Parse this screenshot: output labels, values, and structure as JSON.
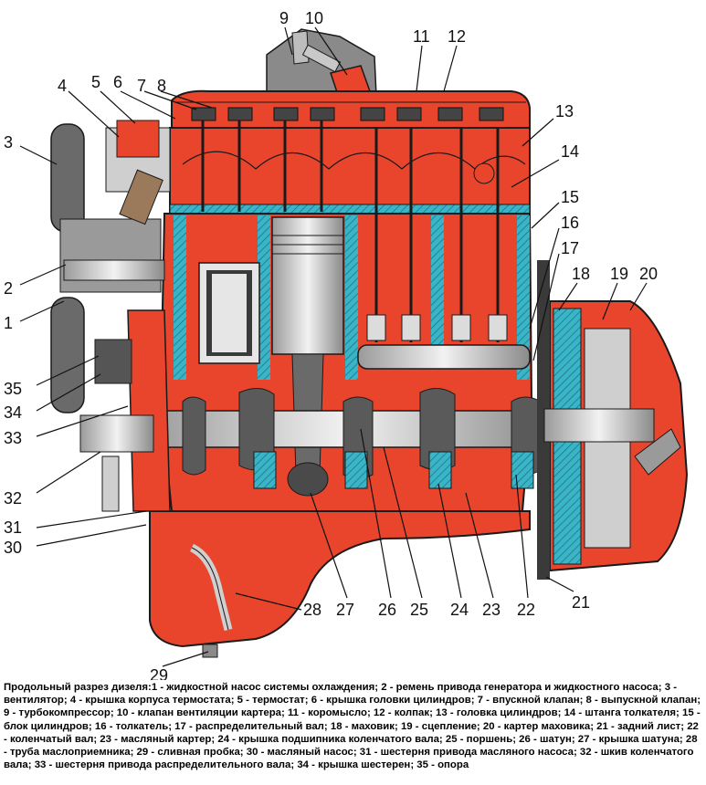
{
  "caption": "Продольный разрез дизеля:1 - жидкостной насос системы охлаждения; 2 - ремень привода генератора и жидкостного насоса; 3 - вентилятор; 4 - крышка корпуса термостата; 5 - термостат; 6 - крышка головки цилиндров; 7 - впускной клапан; 8 - выпускной клапан; 9 - турбокомпрессор; 10 - клапан вентиляции картера; 11 - коромысло; 12 - колпак; 13 - головка цилиндров; 14 - штанга толкателя; 15 - блок цилиндров; 16 - толкатель; 17 - распределительный вал; 18 - маховик; 19 - сцепление; 20 - картер маховика; 21 - задний лист; 22 - коленчатый вал; 23 - масляный картер; 24 - крышка подшипника коленчатого вала; 25 - поршень; 26 - шатун; 27 - крышка шатуна; 28 - труба маслоприемника; 29 - сливная пробка; 30 - масляный насос; 31 - шестерня привода масляного насоса; 32 - шкив коленчатого вала; 33 - шестерня привода распределительного вала; 34 - крышка шестерен; 35 - опора",
  "callouts": {
    "n1": "1",
    "n2": "2",
    "n3": "3",
    "n4": "4",
    "n5": "5",
    "n6": "6",
    "n7": "7",
    "n8": "8",
    "n9": "9",
    "n10": "10",
    "n11": "11",
    "n12": "12",
    "n13": "13",
    "n14": "14",
    "n15": "15",
    "n16": "16",
    "n17": "17",
    "n18": "18",
    "n19": "19",
    "n20": "20",
    "n21": "21",
    "n22": "22",
    "n23": "23",
    "n24": "24",
    "n25": "25",
    "n26": "26",
    "n27": "27",
    "n28": "28",
    "n29": "29",
    "n30": "30",
    "n31": "31",
    "n32": "32",
    "n33": "33",
    "n34": "34",
    "n35": "35"
  },
  "colors": {
    "casting_red": "#e8452c",
    "section_cyan": "#3ab5c8",
    "steel_light": "#e6e6e6",
    "steel_dark": "#7a7a7a",
    "outline": "#1a1a1a",
    "background": "#ffffff"
  }
}
